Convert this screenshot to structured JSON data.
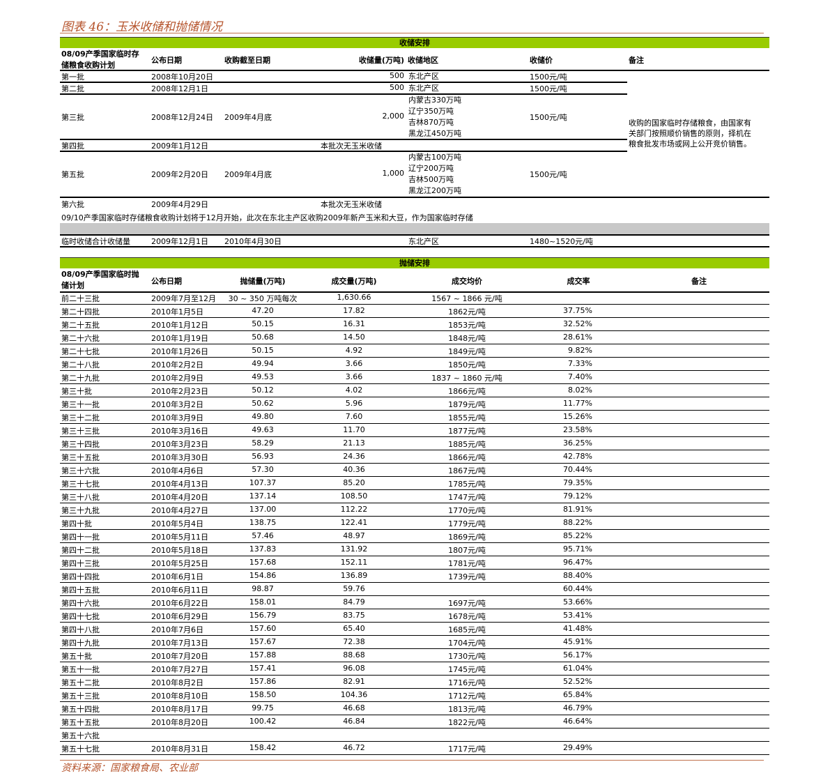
{
  "title": "图表 46：玉米收储和抛储情况",
  "storage": {
    "section_label": "收储安排",
    "headers": [
      "08/09产季国家临时存\n储粮食收购计划",
      "公布日期",
      "收购截至日期",
      "收储量(万吨)",
      "收储地区",
      "收储价",
      "备注"
    ],
    "rows": [
      {
        "batch": "第一批",
        "date": "2008年10月20日",
        "deadline": "",
        "qty": "500",
        "region": [
          "东北产区"
        ],
        "price": "1500元/吨"
      },
      {
        "batch": "第二批",
        "date": "2008年12月1日",
        "deadline": "",
        "qty": "500",
        "region": [
          "东北产区"
        ],
        "price": "1500元/吨"
      },
      {
        "batch": "第三批",
        "date": "2008年12月24日",
        "deadline": "2009年4月底",
        "qty": "2,000",
        "region": [
          "内蒙古330万吨",
          "辽宁350万吨",
          "吉林870万吨",
          "黑龙江450万吨"
        ],
        "price": "1500元/吨"
      },
      {
        "batch": "第四批",
        "date": "2009年1月12日",
        "deadline": "",
        "qty": "",
        "region": [],
        "price": "",
        "note": "本批次无玉米收储"
      },
      {
        "batch": "第五批",
        "date": "2009年2月20日",
        "deadline": "2009年4月底",
        "qty": "1,000",
        "region": [
          "内蒙古100万吨",
          "辽宁200万吨",
          "吉林500万吨",
          "黑龙江200万吨"
        ],
        "price": "1500元/吨"
      },
      {
        "batch": "第六批",
        "date": "2009年4月29日",
        "deadline": "",
        "qty": "",
        "region": [],
        "price": "",
        "note": "本批次无玉米收储"
      }
    ],
    "remark": [
      "收购的国家临时存储粮食，由国家有",
      "关部门按照顺价销售的原则，择机在",
      "粮食批发市场或网上公开竞价销售。"
    ],
    "plan_note": "09/10产季国家临时存储粮食收购计划将于12月开始，此次在东北主产区收购2009年新产玉米和大豆，作为国家临时存储",
    "total": {
      "label": "临时收储合计收储量",
      "date": "2009年12月1日",
      "deadline": "2010年4月30日",
      "region": "东北产区",
      "price": "1480~1520元/吨"
    }
  },
  "release": {
    "section_label": "抛储安排",
    "headers": [
      "08/09产季国家临时抛\n储计划",
      "公布日期",
      "抛储量(万吨)",
      "成交量(万吨)",
      "成交均价",
      "成交率",
      "备注"
    ],
    "rows": [
      [
        "前二十三批",
        "2009年7月至12月",
        "30 ~ 350 万吨每次",
        "1,630.66",
        "1567 ~ 1866 元/吨",
        ""
      ],
      [
        "第二十四批",
        "2010年1月5日",
        "47.20",
        "17.82",
        "1862元/吨",
        "37.75%"
      ],
      [
        "第二十五批",
        "2010年1月12日",
        "50.15",
        "16.31",
        "1853元/吨",
        "32.52%"
      ],
      [
        "第二十六批",
        "2010年1月19日",
        "50.68",
        "14.50",
        "1848元/吨",
        "28.61%"
      ],
      [
        "第二十七批",
        "2010年1月26日",
        "50.15",
        "4.92",
        "1849元/吨",
        "9.82%"
      ],
      [
        "第二十八批",
        "2010年2月2日",
        "49.94",
        "3.66",
        "1850元/吨",
        "7.33%"
      ],
      [
        "第二十九批",
        "2010年2月9日",
        "49.53",
        "3.66",
        "1837 ~ 1860 元/吨",
        "7.40%"
      ],
      [
        "第三十批",
        "2010年2月23日",
        "50.12",
        "4.02",
        "1866元/吨",
        "8.02%"
      ],
      [
        "第三十一批",
        "2010年3月2日",
        "50.62",
        "5.96",
        "1879元/吨",
        "11.77%"
      ],
      [
        "第三十二批",
        "2010年3月9日",
        "49.80",
        "7.60",
        "1855元/吨",
        "15.26%"
      ],
      [
        "第三十三批",
        "2010年3月16日",
        "49.63",
        "11.70",
        "1877元/吨",
        "23.58%"
      ],
      [
        "第三十四批",
        "2010年3月23日",
        "58.29",
        "21.13",
        "1885元/吨",
        "36.25%"
      ],
      [
        "第三十五批",
        "2010年3月30日",
        "56.93",
        "24.36",
        "1866元/吨",
        "42.78%"
      ],
      [
        "第三十六批",
        "2010年4月6日",
        "57.30",
        "40.36",
        "1867元/吨",
        "70.44%"
      ],
      [
        "第三十七批",
        "2010年4月13日",
        "107.37",
        "85.20",
        "1785元/吨",
        "79.35%"
      ],
      [
        "第三十八批",
        "2010年4月20日",
        "137.14",
        "108.50",
        "1747元/吨",
        "79.12%"
      ],
      [
        "第三十九批",
        "2010年4月27日",
        "137.00",
        "112.22",
        "1770元/吨",
        "81.91%"
      ],
      [
        "第四十批",
        "2010年5月4日",
        "138.75",
        "122.41",
        "1779元/吨",
        "88.22%"
      ],
      [
        "第四十一批",
        "2010年5月11日",
        "57.46",
        "48.97",
        "1869元/吨",
        "85.22%"
      ],
      [
        "第四十二批",
        "2010年5月18日",
        "137.83",
        "131.92",
        "1807元/吨",
        "95.71%"
      ],
      [
        "第四十三批",
        "2010年5月25日",
        "157.68",
        "152.11",
        "1781元/吨",
        "96.47%"
      ],
      [
        "第四十四批",
        "2010年6月1日",
        "154.86",
        "136.89",
        "1739元/吨",
        "88.40%"
      ],
      [
        "第四十五批",
        "2010年6月11日",
        "98.87",
        "59.76",
        "",
        "60.44%"
      ],
      [
        "第四十六批",
        "2010年6月22日",
        "158.01",
        "84.79",
        "1697元/吨",
        "53.66%"
      ],
      [
        "第四十七批",
        "2010年6月29日",
        "156.79",
        "83.75",
        "1678元/吨",
        "53.41%"
      ],
      [
        "第四十八批",
        "2010年7月6日",
        "157.60",
        "65.40",
        "1685元/吨",
        "41.48%"
      ],
      [
        "第四十九批",
        "2010年7月13日",
        "157.67",
        "72.38",
        "1704元/吨",
        "45.91%"
      ],
      [
        "第五十批",
        "2010年7月20日",
        "157.88",
        "88.68",
        "1730元/吨",
        "56.17%"
      ],
      [
        "第五十一批",
        "2010年7月27日",
        "157.41",
        "96.08",
        "1745元/吨",
        "61.04%"
      ],
      [
        "第五十二批",
        "2010年8月2日",
        "157.86",
        "82.91",
        "1716元/吨",
        "52.52%"
      ],
      [
        "第五十三批",
        "2010年8月10日",
        "158.50",
        "104.36",
        "1712元/吨",
        "65.84%"
      ],
      [
        "第五十四批",
        "2010年8月17日",
        "99.75",
        "46.68",
        "1813元/吨",
        "46.79%"
      ],
      [
        "第五十五批",
        "2010年8月20日",
        "100.42",
        "46.84",
        "1822元/吨",
        "46.64%"
      ],
      [
        "第五十六批",
        "",
        "",
        "",
        "",
        ""
      ],
      [
        "第五十七批",
        "2010年8月31日",
        "158.42",
        "46.72",
        "1717元/吨",
        "29.49%"
      ]
    ]
  },
  "source": "资料来源：国家粮食局、农业部"
}
